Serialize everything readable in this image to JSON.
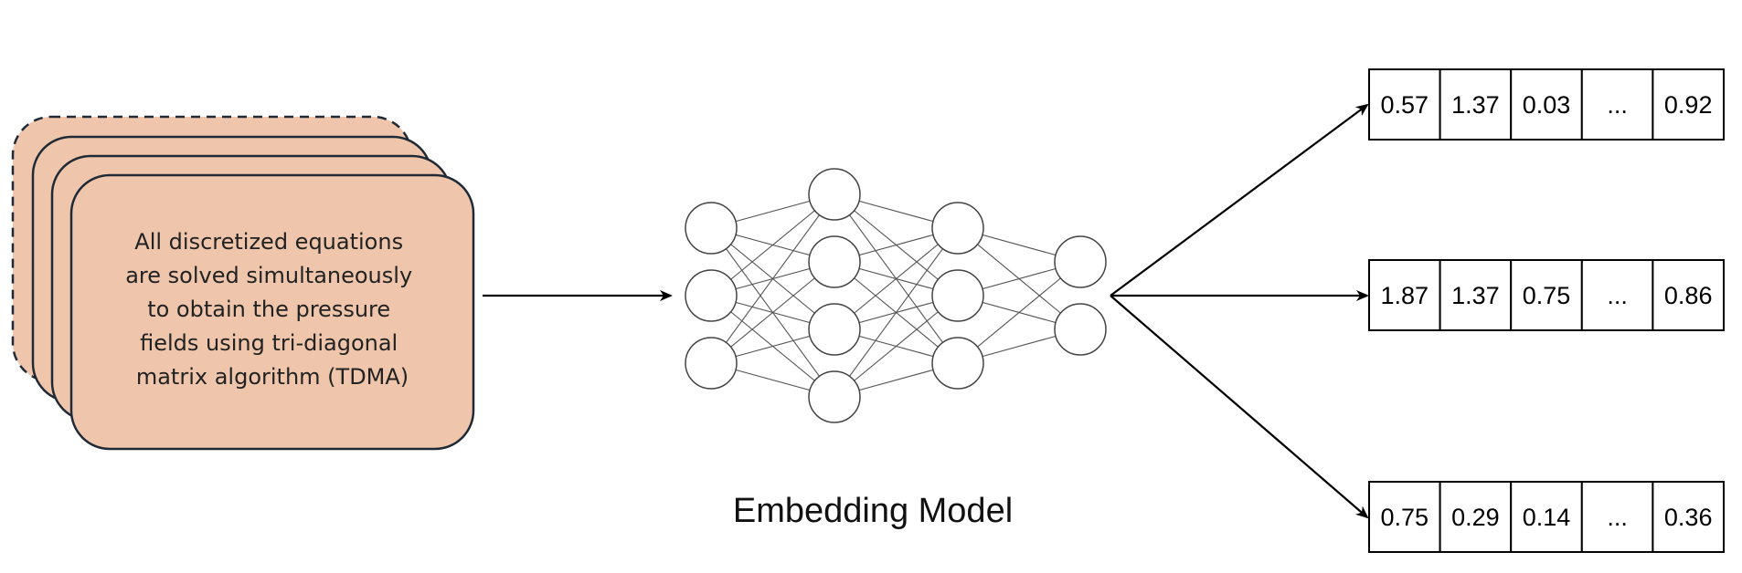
{
  "document_stack": {
    "text_lines": [
      "All discretized equations",
      "are solved simultaneously",
      "to obtain the pressure",
      "fields using tri-diagonal",
      "matrix algorithm (TDMA)"
    ],
    "fill_color": "#efc6ac",
    "stroke_color": "#1f2a36"
  },
  "model": {
    "caption": "Embedding Model",
    "layers": [
      3,
      4,
      3,
      2
    ]
  },
  "vectors": [
    [
      "0.57",
      "1.37",
      "0.03",
      "...",
      "0.92"
    ],
    [
      "1.87",
      "1.37",
      "0.75",
      "...",
      "0.86"
    ],
    [
      "0.75",
      "0.29",
      "0.14",
      "...",
      "0.36"
    ]
  ]
}
